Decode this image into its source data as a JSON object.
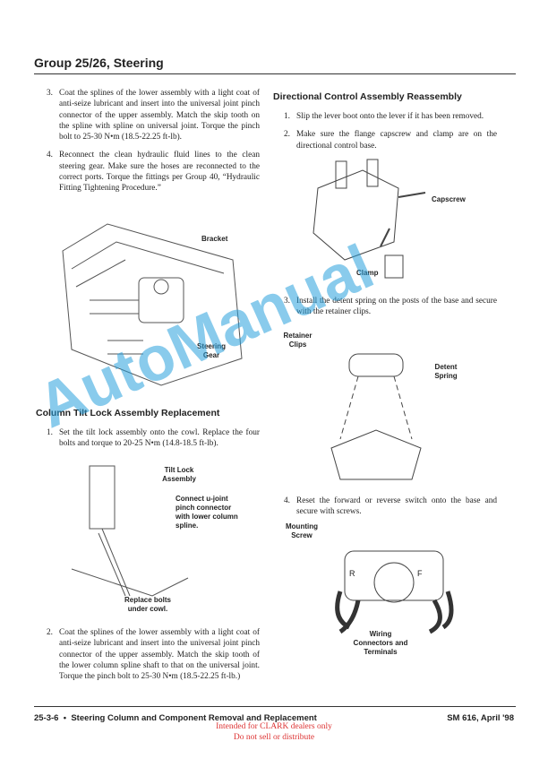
{
  "header": {
    "title": "Group 25/26, Steering"
  },
  "left": {
    "steps_top": [
      {
        "n": "3.",
        "text": "Coat the splines of the lower assembly with a light coat of anti-seize lubricant and insert into the universal joint pinch connector of the upper assembly. Match the skip tooth on the spline with spline on universal joint. Torque the pinch bolt to 25-30 N•m (18.5-22.25 ft-lb)."
      },
      {
        "n": "4.",
        "text": "Reconnect the clean hydraulic fluid lines to the clean steering gear. Make sure the hoses are reconnected to the correct ports. Torque the fittings per Group 40, “Hydraulic Fitting Tightening Procedure.”"
      }
    ],
    "fig1": {
      "bracket": "Bracket",
      "steering_gear": "Steering Gear"
    },
    "section_title": "Column Tilt Lock Assembly Replacement",
    "step1": {
      "n": "1.",
      "text": "Set the tilt lock assembly onto the cowl. Replace the four bolts and torque to 20-25 N•m (14.8-18.5 ft-lb)."
    },
    "fig2": {
      "tilt_lock": "Tilt Lock Assembly",
      "connect": "Connect u-joint pinch connector with lower column spline.",
      "replace": "Replace bolts under cowl."
    },
    "step2": {
      "n": "2.",
      "text": "Coat the splines of the lower assembly with a light coat of anti-seize lubricant and insert into the universal joint pinch connector of the upper assembly. Match the skip tooth of the lower column spline shaft to that on the universal joint. Torque the pinch bolt to 25-30 N•m (18.5-22.25 ft-lb.)"
    }
  },
  "right": {
    "section_title": "Directional Control Assembly Reassembly",
    "steps": [
      {
        "n": "1.",
        "text": "Slip the lever boot onto the lever if it has been removed."
      },
      {
        "n": "2.",
        "text": "Make sure the flange capscrew and clamp are on the directional control base."
      }
    ],
    "fig3": {
      "capscrew": "Capscrew",
      "clamp": "Clamp"
    },
    "step3": {
      "n": "3.",
      "text": "Install the detent spring on the posts of the base and secure with the retainer clips."
    },
    "fig4": {
      "retainer": "Retainer Clips",
      "detent": "Detent Spring"
    },
    "step4": {
      "n": "4.",
      "text": "Reset the forward or reverse switch onto the base and secure with screws."
    },
    "fig5": {
      "mounting": "Mounting Screw",
      "r": "R",
      "f": "F",
      "wiring": "Wiring Connectors and Terminals"
    }
  },
  "footer": {
    "left": "25-3-6  •  Steering Column and Component Removal and Replacement",
    "right": "SM 616, April '98",
    "notice1": "Intended for CLARK dealers only",
    "notice2": "Do not sell or distribute"
  },
  "watermark": "AutoManual"
}
